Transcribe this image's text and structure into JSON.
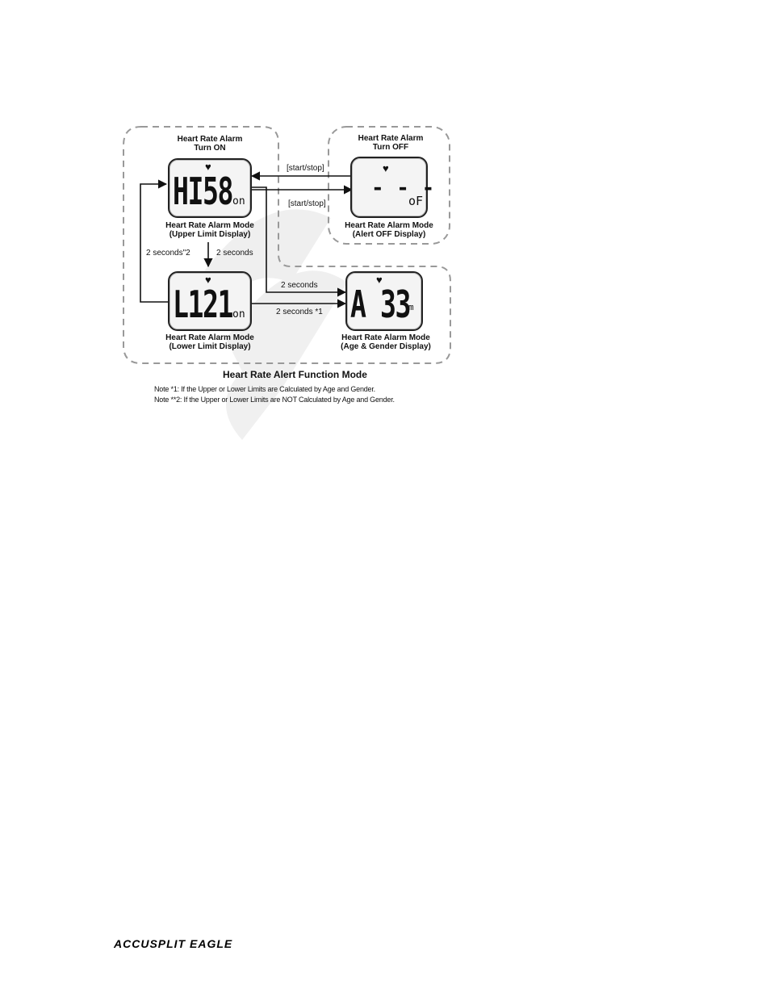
{
  "diagram": {
    "title": "Heart Rate Alert Function  Mode",
    "panels": {
      "turn_on": {
        "heading_line1": "Heart Rate Alarm",
        "heading_line2": "Turn ON"
      },
      "turn_off": {
        "heading_line1": "Heart Rate Alarm",
        "heading_line2": "Turn OFF"
      }
    },
    "displays": {
      "upper": {
        "digits": "HI58",
        "suffix": "on",
        "caption_line1": "Heart Rate Alarm Mode",
        "caption_line2": "(Upper Limit Display)"
      },
      "off": {
        "digits": "- - -",
        "suffix": "oF",
        "caption_line1": "Heart Rate Alarm Mode",
        "caption_line2": "(Alert OFF Display)"
      },
      "lower": {
        "digits": "L121",
        "suffix": "on",
        "caption_line1": "Heart Rate Alarm Mode",
        "caption_line2": "(Lower Limit Display)"
      },
      "age": {
        "digits": "A 33",
        "suffix": "m",
        "caption_line1": "Heart Rate Alarm Mode",
        "caption_line2": "(Age & Gender Display)"
      }
    },
    "arrows": {
      "start_stop_top": "[start/stop]",
      "start_stop_bottom": "[start/stop]",
      "two_seconds_note2": "2 seconds\"2",
      "two_seconds_down": "2 seconds",
      "two_seconds_to_age": "2 seconds",
      "two_seconds_note1": "2 seconds *1"
    },
    "notes": [
      "Note *1: If the Upper or Lower  Limits are Calculated by Age and Gender.",
      "Note **2: If the Upper or Lower  Limits are NOT Calculated by Age and Gender."
    ]
  },
  "footer": {
    "brand": "ACCUSPLIT EAGLE"
  }
}
